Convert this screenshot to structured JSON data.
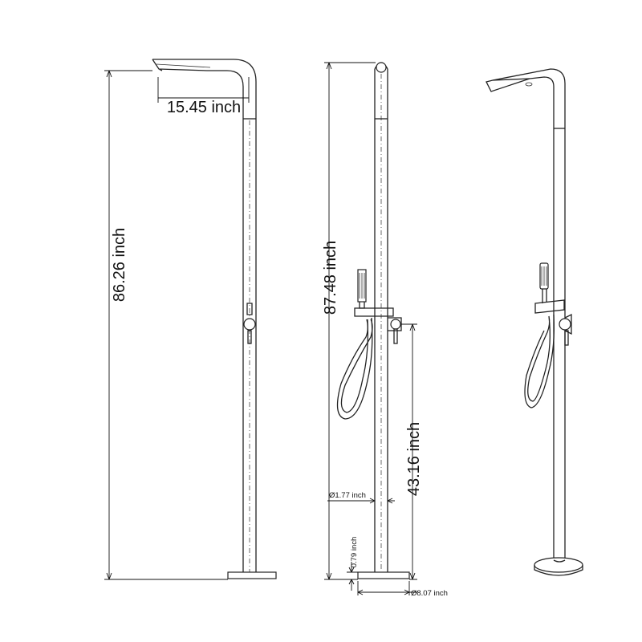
{
  "dimensions": {
    "spout_reach": "15.45 inch",
    "total_height_side": "86.26 inch",
    "total_height_front": "87.48 inch",
    "valve_height": "43.16 inch",
    "pipe_diameter": "Ø1.77 inch",
    "base_thickness": "0.79 inch",
    "base_diameter": "Ø8.07 inch"
  },
  "colors": {
    "line": "#222222",
    "text": "#111111",
    "background": "#ffffff"
  }
}
